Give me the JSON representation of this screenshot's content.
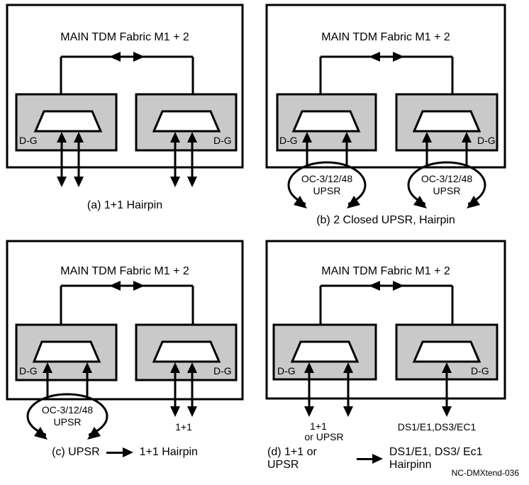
{
  "colors": {
    "shelf_fill": "#c9c9c9",
    "line": "#000000",
    "background": "#ffffff"
  },
  "panels": {
    "a": {
      "fabric_title": "MAIN TDM Fabric M1 + 2",
      "dg_left": "D-G",
      "dg_right": "D-G",
      "caption": "(a) 1+1 Hairpin"
    },
    "b": {
      "fabric_title": "MAIN TDM Fabric M1 + 2",
      "dg_left": "D-G",
      "dg_right": "D-G",
      "loop_left": {
        "line1": "OC-3/12/48",
        "line2": "UPSR"
      },
      "loop_right": {
        "line1": "OC-3/12/48",
        "line2": "UPSR"
      },
      "caption": "(b) 2 Closed UPSR, Hairpin"
    },
    "c": {
      "fabric_title": "MAIN TDM Fabric M1 + 2",
      "dg_left": "D-G",
      "dg_right": "D-G",
      "loop_left": {
        "line1": "OC-3/12/48",
        "line2": "UPSR"
      },
      "label_right": "1+1",
      "caption_prefix": "(c) UPSR",
      "caption_suffix": "1+1 Hairpin"
    },
    "d": {
      "fabric_title": "MAIN TDM Fabric M1 + 2",
      "dg_left": "D-G",
      "dg_right": "D-G",
      "label_left_line1": "1+1",
      "label_left_line2": "or UPSR",
      "label_right": "DS1/E1,DS3/EC1",
      "caption_prefix": "(d) 1+1 or UPSR",
      "caption_suffix": "DS1/E1, DS3/ Ec1 Hairpinn"
    }
  },
  "footer": {
    "figure_code": "NC-DMXtend-036"
  }
}
